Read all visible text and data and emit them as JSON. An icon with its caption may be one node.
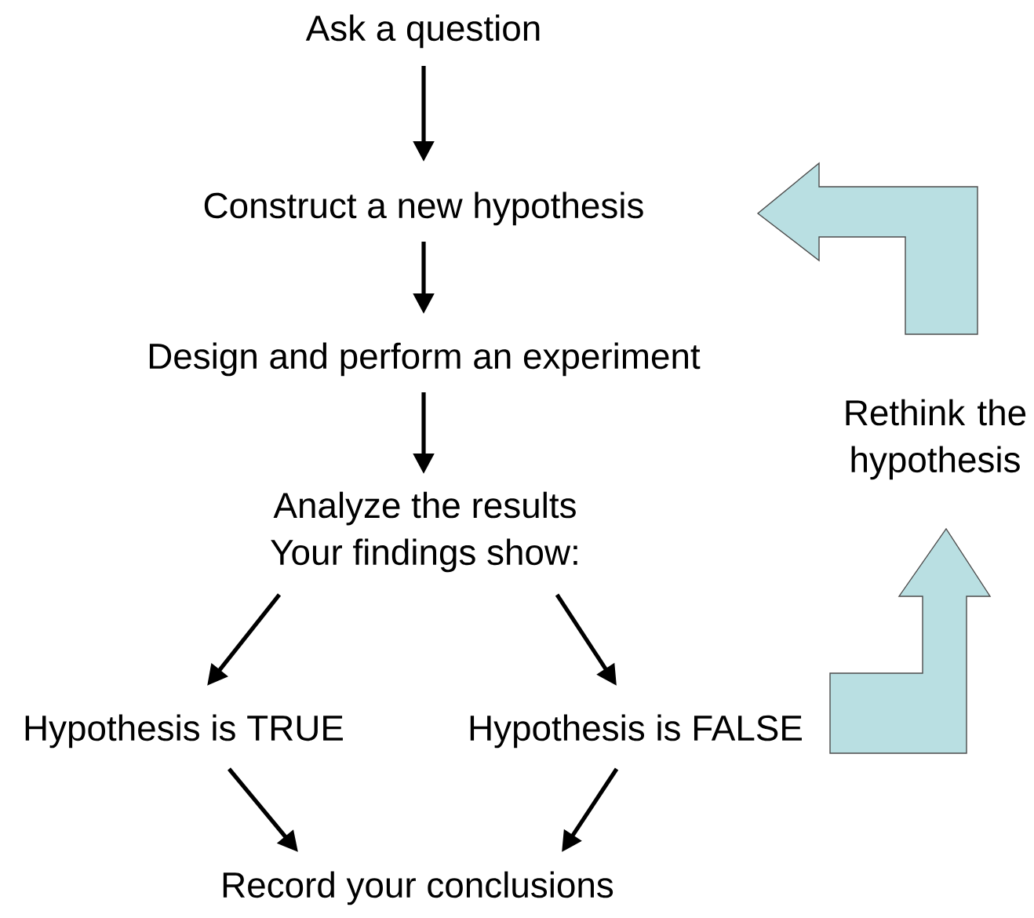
{
  "diagram": {
    "nodes": [
      {
        "text": [
          "Ask a question"
        ]
      },
      {
        "text": [
          "Construct a new hypothesis"
        ]
      },
      {
        "text": [
          "Design and perform an experiment"
        ]
      },
      {
        "text": [
          "Analyze the results",
          "Your findings show:"
        ]
      },
      {
        "text": [
          "Hypothesis is TRUE"
        ]
      },
      {
        "text": [
          "Hypothesis is FALSE"
        ]
      },
      {
        "text": [
          "Record your conclusions"
        ]
      },
      {
        "text": [
          "Rethink the hypothesis"
        ]
      }
    ],
    "edges": [
      {
        "from": 0,
        "to": 1,
        "arrow": "to"
      },
      {
        "from": 1,
        "to": 2,
        "arrow": "to"
      },
      {
        "from": 2,
        "to": 3,
        "arrow": "to"
      },
      {
        "from": 3,
        "to": 4,
        "arrow": "to"
      },
      {
        "from": 3,
        "to": 5,
        "arrow": "to"
      },
      {
        "from": 4,
        "to": 6,
        "arrow": "to"
      },
      {
        "from": 5,
        "to": 6,
        "arrow": "to"
      },
      {
        "from": 5,
        "to": 7,
        "arrow": "to",
        "style": "thick",
        "color": "#b9dfe2"
      },
      {
        "from": 7,
        "to": 1,
        "arrow": "to",
        "style": "thick",
        "color": "#b9dfe2"
      }
    ]
  }
}
